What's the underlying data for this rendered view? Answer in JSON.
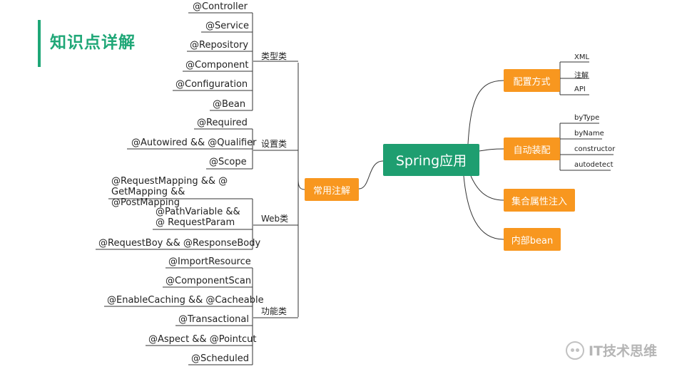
{
  "title": "知识点详解",
  "root": "Spring应用",
  "left_branch": {
    "label": "常用注解",
    "categories": [
      {
        "name": "类型类",
        "items": [
          "@Controller",
          "@Service",
          "@Repository",
          "@Component",
          "@Configuration",
          "@Bean"
        ]
      },
      {
        "name": "设置类",
        "items": [
          "@Required",
          "@Autowired && @Qualifier",
          "@Scope"
        ]
      },
      {
        "name": "Web类",
        "items": [
          "@RequestMapping && @ GetMapping && @PostMapping",
          "@PathVariable && @ RequestParam",
          "@RequestBoy && @ResponseBody"
        ]
      },
      {
        "name": "功能类",
        "items": [
          "@ImportResource",
          "@ComponentScan",
          "@EnableCaching && @Cacheable",
          "@Transactional",
          "@Aspect && @Pointcut",
          "@Scheduled"
        ]
      }
    ]
  },
  "right_branches": [
    {
      "label": "配置方式",
      "items": [
        "XML",
        "注解",
        "API"
      ]
    },
    {
      "label": "自动装配",
      "items": [
        "byType",
        "byName",
        "constructor",
        "autodetect"
      ]
    },
    {
      "label": "集合属性注入",
      "items": []
    },
    {
      "label": "内部bean",
      "items": []
    }
  ],
  "watermark": "IT技术思维",
  "colors": {
    "accent_green": "#1fa777",
    "root_green": "#1e9e70",
    "orange": "#f8971f",
    "line": "#333333"
  }
}
